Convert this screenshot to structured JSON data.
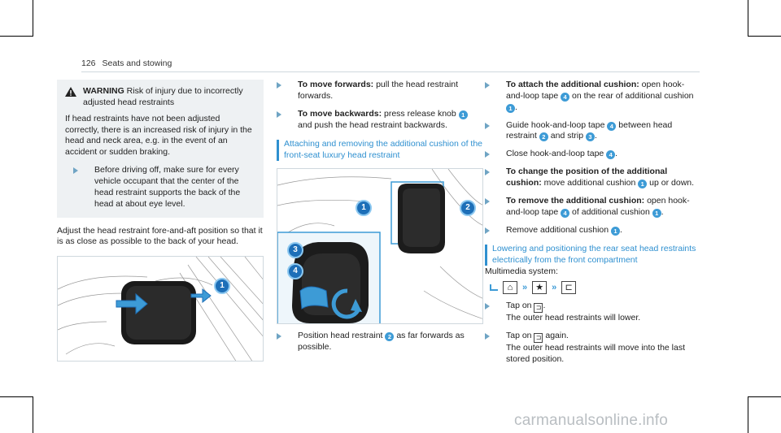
{
  "page": {
    "number": "126",
    "section": "Seats and stowing"
  },
  "col1": {
    "warning": {
      "title": "WARNING",
      "title_rest": " Risk of injury due to incorrectly adjusted head restraints",
      "body": "If head restraints have not been adjusted correctly, there is an increased risk of injury in the head and neck area, e.g. in the event of an accident or sudden braking.",
      "step": "Before driving off, make sure for every vehicle occupant that the center of the head restraint supports the back of the head at about eye level."
    },
    "paragraph": "Adjust the head restraint fore-and-aft position so that it is as close as possible to the back of your head.",
    "figure_badge": "1"
  },
  "col2": {
    "step1": {
      "label": "To move forwards:",
      "text": " pull the head restraint forwards."
    },
    "step2": {
      "label": "To move backwards:",
      "text_a": " press release knob ",
      "badge": "1",
      "text_b": " and push the head restraint backwards."
    },
    "section_title": "Attaching and removing the additional cushion of the front-seat luxury head restraint",
    "figure_badges": [
      "1",
      "2",
      "3",
      "4"
    ],
    "step3": {
      "text_a": "Position head restraint ",
      "badge": "2",
      "text_b": " as far forwards as possible."
    }
  },
  "col3": {
    "step1": {
      "label": "To attach the additional cushion:",
      "text_a": " open hook-and-loop tape ",
      "badge_a": "4",
      "text_b": " on the rear of additional cushion ",
      "badge_b": "1",
      "text_c": "."
    },
    "step2": {
      "text_a": "Guide hook-and-loop tape ",
      "badge_a": "4",
      "text_b": " between head restraint ",
      "badge_b": "2",
      "text_c": " and strip ",
      "badge_c": "3",
      "text_d": "."
    },
    "step3": {
      "text_a": "Close hook-and-loop tape ",
      "badge_a": "4",
      "text_b": "."
    },
    "step4": {
      "label": "To change the position of the additional cushion:",
      "text_a": " move additional cushion ",
      "badge_a": "1",
      "text_b": " up or down."
    },
    "step5": {
      "label": "To remove the additional cushion:",
      "text_a": " open hook-and-loop tape ",
      "badge_a": "4",
      "text_b": " of additional cushion ",
      "badge_b": "1",
      "text_c": "."
    },
    "step6": {
      "text_a": "Remove additional cushion ",
      "badge_a": "1",
      "text_b": "."
    },
    "section_title": "Lowering and positioning the rear seat head restraints electrically from the front compartment",
    "multimedia": "Multimedia system:",
    "step7": {
      "text_a": "Tap on ",
      "text_b": ".",
      "result": "The outer head restraints will lower."
    },
    "step8": {
      "text_a": "Tap on ",
      "text_b": " again.",
      "result": "The outer head restraints will move into the last stored position."
    }
  },
  "watermark": "carmanualsonline.info",
  "colors": {
    "accent": "#2f90d0",
    "badge": "#3d9bd6",
    "warning_bg": "#eef1f3"
  }
}
